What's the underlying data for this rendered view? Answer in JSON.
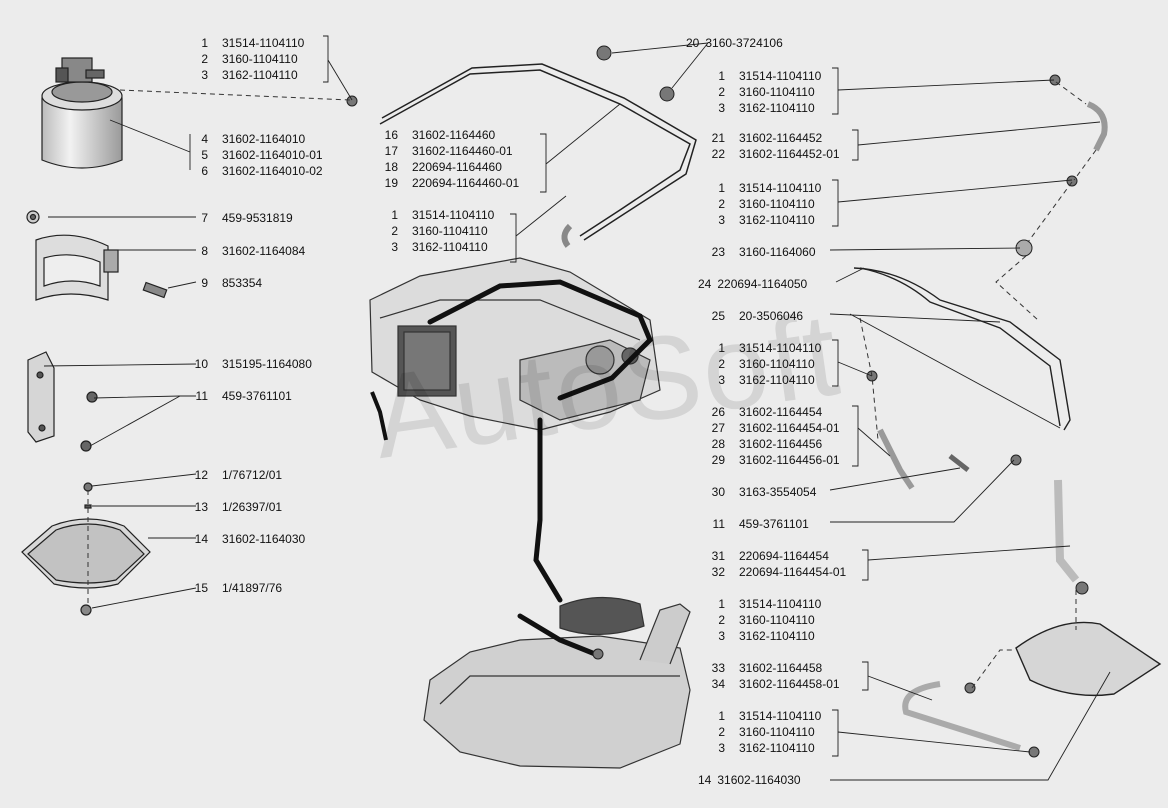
{
  "watermark": "AutoSoft",
  "left_labels": [
    {
      "n": "1",
      "code": "31514-1104110"
    },
    {
      "n": "2",
      "code": "3160-1104110"
    },
    {
      "n": "3",
      "code": "3162-1104110"
    },
    {
      "n": "4",
      "code": "31602-1164010"
    },
    {
      "n": "5",
      "code": "31602-1164010-01"
    },
    {
      "n": "6",
      "code": "31602-1164010-02"
    },
    {
      "n": "7",
      "code": "459-9531819"
    },
    {
      "n": "8",
      "code": "31602-1164084"
    },
    {
      "n": "9",
      "code": "853354"
    },
    {
      "n": "10",
      "code": "315195-1164080"
    },
    {
      "n": "11",
      "code": "459-3761101"
    },
    {
      "n": "12",
      "code": "1/76712/01"
    },
    {
      "n": "13",
      "code": "1/26397/01"
    },
    {
      "n": "14",
      "code": "31602-1164030"
    },
    {
      "n": "15",
      "code": "1/41897/76"
    }
  ],
  "center_labels": [
    {
      "n": "16",
      "code": "31602-1164460"
    },
    {
      "n": "17",
      "code": "31602-1164460-01"
    },
    {
      "n": "18",
      "code": "220694-1164460"
    },
    {
      "n": "19",
      "code": "220694-1164460-01"
    },
    {
      "n": "1",
      "code": "31514-1104110"
    },
    {
      "n": "2",
      "code": "3160-1104110"
    },
    {
      "n": "3",
      "code": "3162-1104110"
    }
  ],
  "right_labels": [
    {
      "n": "20",
      "code": "3160-3724106"
    },
    {
      "n": "1",
      "code": "31514-1104110"
    },
    {
      "n": "2",
      "code": "3160-1104110"
    },
    {
      "n": "3",
      "code": "3162-1104110"
    },
    {
      "n": "21",
      "code": "31602-1164452"
    },
    {
      "n": "22",
      "code": "31602-1164452-01"
    },
    {
      "n": "1",
      "code": "31514-1104110"
    },
    {
      "n": "2",
      "code": "3160-1104110"
    },
    {
      "n": "3",
      "code": "3162-1104110"
    },
    {
      "n": "23",
      "code": "3160-1164060"
    },
    {
      "n": "24",
      "code": "220694-1164050"
    },
    {
      "n": "25",
      "code": "20-3506046"
    },
    {
      "n": "1",
      "code": "31514-1104110"
    },
    {
      "n": "2",
      "code": "3160-1104110"
    },
    {
      "n": "3",
      "code": "3162-1104110"
    },
    {
      "n": "26",
      "code": "31602-1164454"
    },
    {
      "n": "27",
      "code": "31602-1164454-01"
    },
    {
      "n": "28",
      "code": "31602-1164456"
    },
    {
      "n": "29",
      "code": "31602-1164456-01"
    },
    {
      "n": "30",
      "code": "3163-3554054"
    },
    {
      "n": "11",
      "code": "459-3761101"
    },
    {
      "n": "31",
      "code": "220694-1164454"
    },
    {
      "n": "32",
      "code": "220694-1164454-01"
    },
    {
      "n": "1",
      "code": "31514-1104110"
    },
    {
      "n": "2",
      "code": "3160-1104110"
    },
    {
      "n": "3",
      "code": "3162-1104110"
    },
    {
      "n": "33",
      "code": "31602-1164458"
    },
    {
      "n": "34",
      "code": "31602-1164458-01"
    },
    {
      "n": "1",
      "code": "31514-1104110"
    },
    {
      "n": "2",
      "code": "3160-1104110"
    },
    {
      "n": "3",
      "code": "3162-1104110"
    },
    {
      "n": "14",
      "code": "31602-1164030"
    }
  ]
}
